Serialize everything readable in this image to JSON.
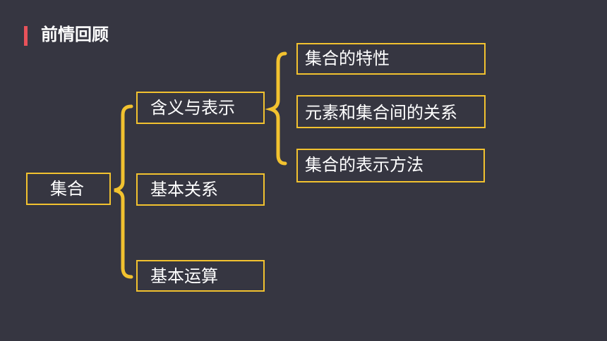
{
  "header": {
    "title": "前情回顾",
    "accent_color": "#e8525a"
  },
  "diagram": {
    "root": "集合",
    "level1": [
      "含义与表示",
      "基本关系",
      "基本运算"
    ],
    "level2_of_含义与表示": [
      "集合的特性",
      "元素和集合间的关系",
      "集合的表示方法"
    ]
  },
  "colors": {
    "background": "#363641",
    "box_border": "#f2c22f",
    "text": "#ffffff"
  }
}
